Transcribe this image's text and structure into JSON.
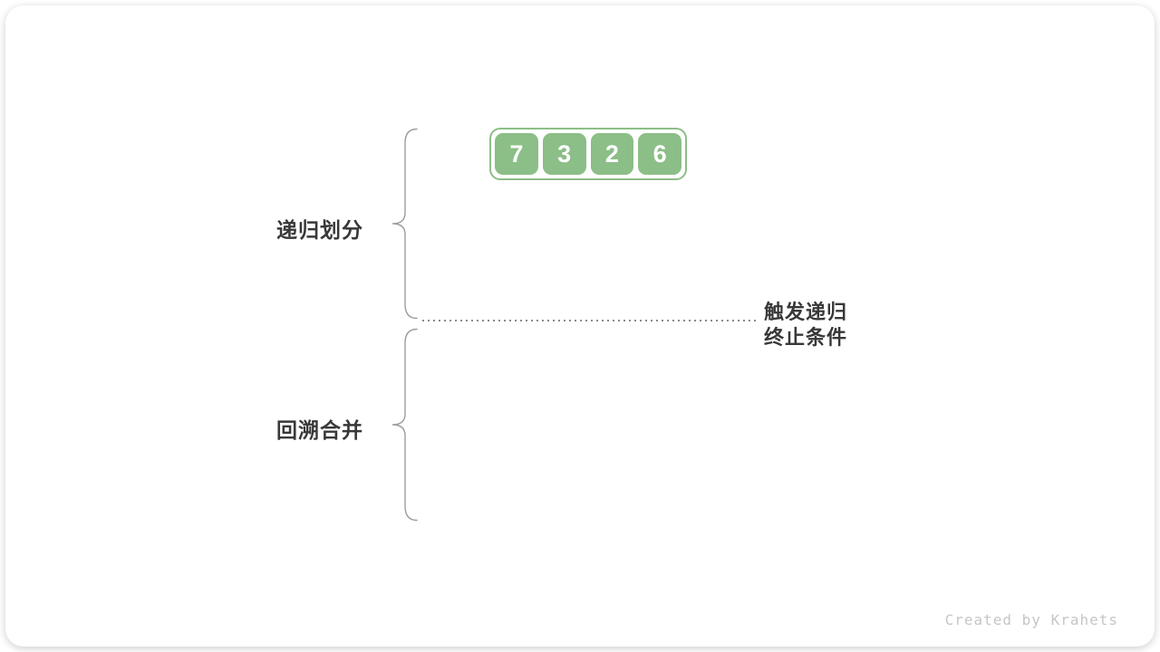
{
  "diagram": {
    "array": {
      "values": [
        "7",
        "3",
        "2",
        "6"
      ]
    },
    "labels": {
      "top_phase": "递归划分",
      "bottom_phase": "回溯合并",
      "annotation_line1": "触发递归",
      "annotation_line2": "终止条件"
    },
    "footer": {
      "credit": "Created by Krahets"
    },
    "colors": {
      "cell_green": "#8cbe87",
      "label_text": "#383838",
      "brace_gray": "#9c9c9c",
      "dot_gray": "#8a8a8a",
      "credit_gray": "#c6c6c6"
    }
  }
}
